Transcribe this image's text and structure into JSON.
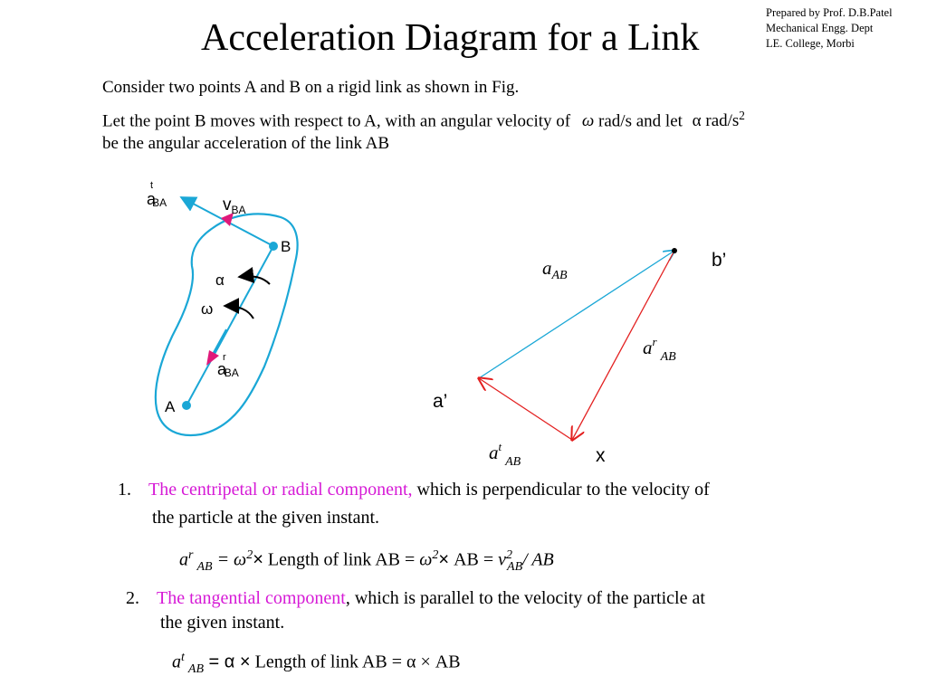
{
  "header": {
    "title": "Acceleration Diagram for a Link",
    "prepared_by": [
      "Prepared by Prof. D.B.Patel",
      "Mechanical Engg. Dept",
      "LE. College, Morbi"
    ]
  },
  "intro": {
    "line1": "Consider two points A and B on a rigid link as shown in Fig.",
    "line2_a": "Let the point B moves with respect to A, with an angular velocity of",
    "line2_omega": "ω",
    "line2_b": "rad/s and let",
    "line2_alpha": "α rad/s",
    "line2_sup": "2",
    "line3": "be the angular acceleration of the link AB"
  },
  "link_figure": {
    "label_A": "A",
    "label_B": "B",
    "label_alpha": "α",
    "label_omega": "ω",
    "label_vBA": "v",
    "label_vBA_sub": "BA",
    "label_atBA": "a",
    "label_atBA_sup": "t",
    "label_atBA_sub": "BA",
    "label_arBA": "a",
    "label_arBA_sup": "r",
    "label_arBA_sub": "BA"
  },
  "accel_diagram": {
    "label_a_prime": "a’",
    "label_b_prime": "b’",
    "label_x": "x",
    "label_aAB": "a",
    "label_aAB_sub": "AB",
    "label_arAB": "a",
    "label_arAB_sup": "r",
    "label_arAB_sub": "AB",
    "label_atAB": "a",
    "label_atAB_sup": "t",
    "label_atAB_sub": "AB",
    "colors": {
      "a_to_b": "#1aa7d6",
      "components": "#e32020"
    }
  },
  "components": {
    "item1_num": "1.",
    "item1_highlight": "The centripetal or radial component,",
    "item1_rest": " which is perpendicular to the velocity of",
    "item1_line2": "the particle at the given instant.",
    "formula1": {
      "a": "a",
      "sup": "r",
      "sub": "AB",
      "eq_omega": "= ω",
      "sq": "2",
      "times": "×",
      "text": " Length of link AB = ",
      "omega2": "ω",
      "sq2": "2",
      "times2": "×",
      "ab_eq": " AB = ",
      "v": "v",
      "vsq": "2",
      "vsub": "AB",
      "div": "/ AB"
    },
    "item2_num": "2.",
    "item2_highlight": "The tangential component",
    "item2_rest": ", which is parallel to the velocity of the particle at",
    "item2_line2": "the given instant.",
    "formula2": {
      "a": "a",
      "sup": "t",
      "sub": "AB",
      "eq_alpha": " = α ",
      "times": "×",
      "text": " Length of link AB = α × AB"
    }
  },
  "colors": {
    "highlight": "#d61ad6",
    "link_blue": "#1aa7d6",
    "arrow_magenta": "#e0197a"
  }
}
